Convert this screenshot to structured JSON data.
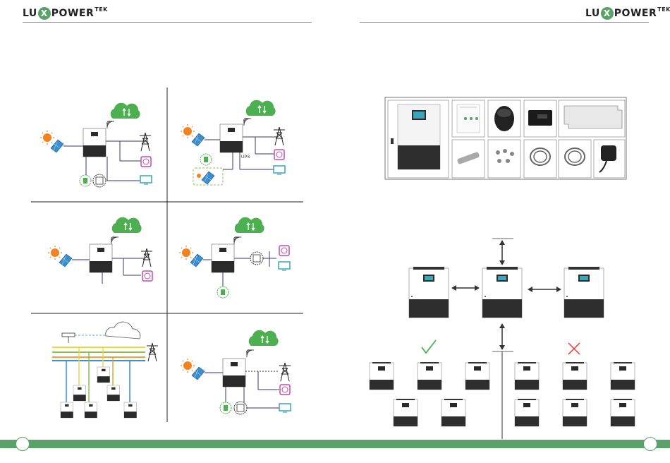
{
  "header": {
    "logo_left_a": "LU",
    "logo_left_x": "X",
    "logo_left_b": "POWER",
    "logo_left_sup": "TEK",
    "logo_right_a": "LU",
    "logo_right_x": "X",
    "logo_right_b": "POWER",
    "logo_right_sup": "TEK"
  },
  "diagrams": {
    "ups_label_a": "UPS",
    "ups_label_b": "UPS",
    "ups_label_c": "UPS",
    "ups_label_d": "UPS"
  },
  "colors": {
    "brand_green": "#5aa16a",
    "sun": "#f58220",
    "panel": "#3a8fd0",
    "battery": "#4caf50",
    "grid_line": "#3a3a6e",
    "pink": "#c04fb0",
    "cyan": "#3aa6b9",
    "check": "#4caf50",
    "cross": "#e53935"
  }
}
